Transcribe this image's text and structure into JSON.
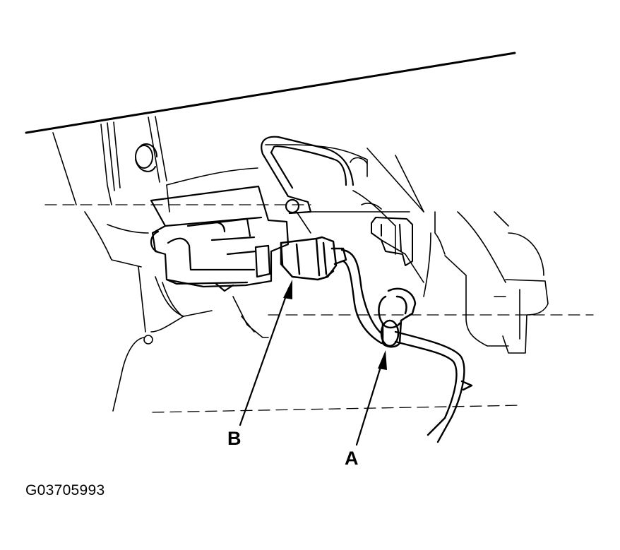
{
  "callouts": {
    "a": "A",
    "b": "B"
  },
  "figure_id": "G03705993"
}
